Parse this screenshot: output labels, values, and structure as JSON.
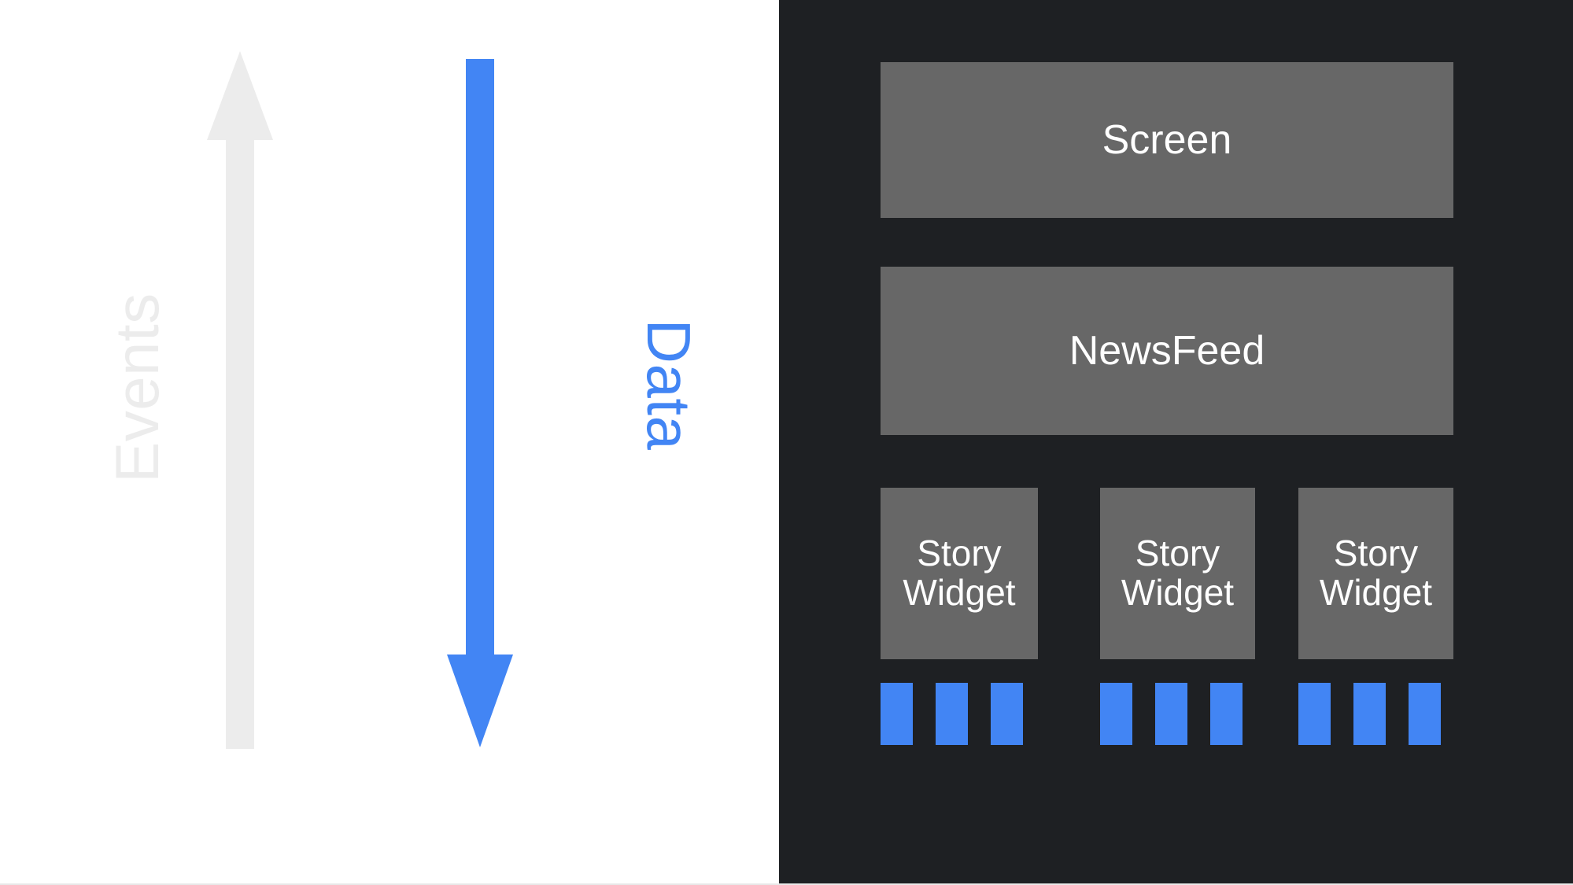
{
  "diagram": {
    "title": "Unidirectional data flow diagram",
    "type": "architecture-flow",
    "colors": {
      "canvas_white": "#ffffff",
      "panel_dark": "#1e2023",
      "node_gray": "#676767",
      "accent_blue": "#4285f4",
      "events_gray": "#ececec",
      "node_text": "#ffffff"
    }
  },
  "flow": {
    "events_arrow": {
      "label": "Events",
      "direction": "up",
      "color": "#ececec",
      "orientation": "vertical-rotated-ccw"
    },
    "data_arrow": {
      "label": "Data",
      "direction": "down",
      "color": "#4285f4",
      "orientation": "vertical-rotated-cw"
    }
  },
  "tree": {
    "screen": {
      "label": "Screen"
    },
    "newsfeed": {
      "label": "NewsFeed"
    },
    "story_widgets": [
      {
        "label_line1": "Story",
        "label_line2": "Widget",
        "chips": [
          "chip",
          "chip",
          "chip"
        ]
      },
      {
        "label_line1": "Story",
        "label_line2": "Widget",
        "chips": [
          "chip",
          "chip",
          "chip"
        ]
      },
      {
        "label_line1": "Story",
        "label_line2": "Widget",
        "chips": [
          "chip",
          "chip",
          "chip"
        ]
      }
    ]
  }
}
